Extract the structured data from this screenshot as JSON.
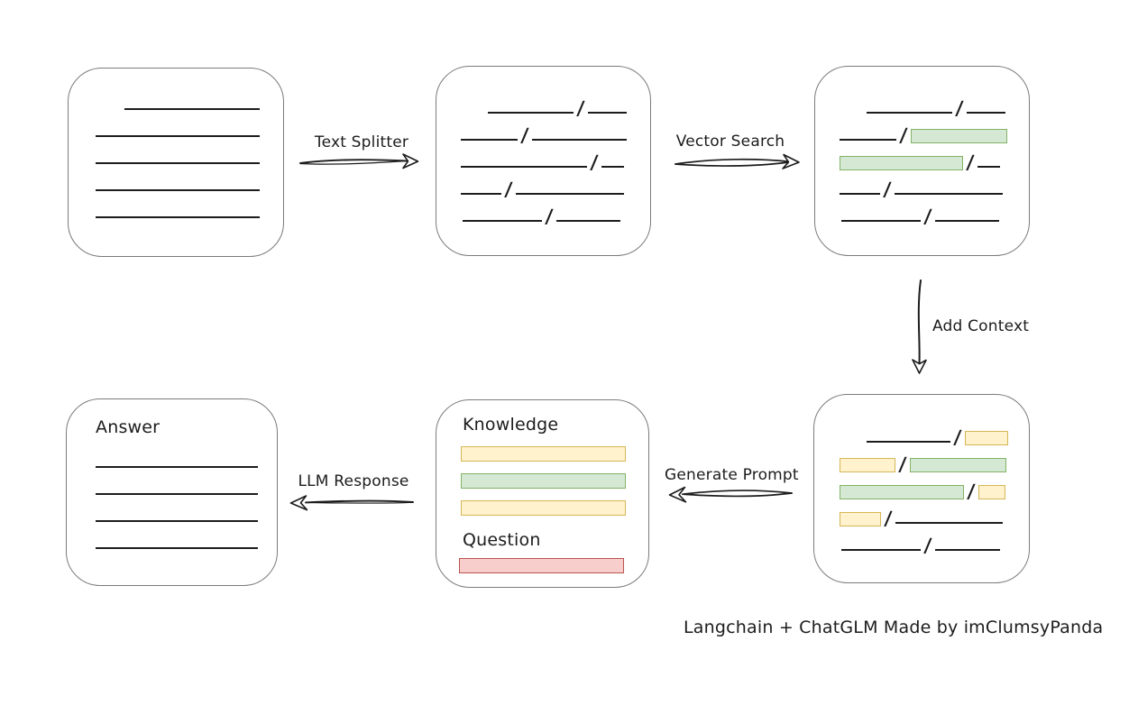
{
  "slash": "/",
  "colors": {
    "ink": "#1c1c1c",
    "box_border": "#7b7b7b",
    "green_fill": "#d5e8d4",
    "green_border": "#82b366",
    "yellow_fill": "#fff2cc",
    "yellow_border": "#d6b656",
    "red_fill": "#f8cecc",
    "red_border": "#b85450"
  },
  "arrows": {
    "text_splitter": {
      "label": "Text Splitter"
    },
    "vector_search": {
      "label": "Vector Search"
    },
    "add_context": {
      "label": "Add Context"
    },
    "generate_prompt": {
      "label": "Generate Prompt"
    },
    "llm_response": {
      "label": "LLM Response"
    }
  },
  "boxes": {
    "document": {
      "lines": [
        {
          "ind": 62,
          "w": 150
        },
        {
          "ind": 30,
          "w": 182
        },
        {
          "ind": 30,
          "w": 182
        },
        {
          "ind": 30,
          "w": 182
        },
        {
          "ind": 30,
          "w": 182
        }
      ]
    },
    "split_chunks": {
      "rows": [
        [
          {
            "t": "line",
            "w": 95,
            "ind": 57
          },
          {
            "t": "line",
            "w": 43
          }
        ],
        [
          {
            "t": "line",
            "w": 63,
            "ind": 27
          },
          {
            "t": "line",
            "w": 105
          }
        ],
        [
          {
            "t": "line",
            "w": 140,
            "ind": 27
          },
          {
            "t": "line",
            "w": 25
          }
        ],
        [
          {
            "t": "line",
            "w": 45,
            "ind": 27
          },
          {
            "t": "line",
            "w": 120
          }
        ],
        [
          {
            "t": "line",
            "w": 88,
            "ind": 29
          },
          {
            "t": "line",
            "w": 71
          }
        ]
      ]
    },
    "retrieved_chunks": {
      "rows": [
        [
          {
            "t": "line",
            "w": 95,
            "ind": 57
          },
          {
            "t": "line",
            "w": 43
          }
        ],
        [
          {
            "t": "line",
            "w": 63,
            "ind": 27
          },
          {
            "t": "green",
            "w": 107
          }
        ],
        [
          {
            "t": "green",
            "w": 137,
            "ind": 27
          },
          {
            "t": "line",
            "w": 25
          }
        ],
        [
          {
            "t": "line",
            "w": 45,
            "ind": 27
          },
          {
            "t": "line",
            "w": 120
          }
        ],
        [
          {
            "t": "line",
            "w": 88,
            "ind": 29
          },
          {
            "t": "line",
            "w": 71
          }
        ]
      ]
    },
    "context_chunks": {
      "rows": [
        [
          {
            "t": "line",
            "w": 93,
            "ind": 58
          },
          {
            "t": "yellow",
            "w": 48
          }
        ],
        [
          {
            "t": "yellow",
            "w": 62,
            "ind": 28
          },
          {
            "t": "green",
            "w": 107
          }
        ],
        [
          {
            "t": "green",
            "w": 138,
            "ind": 28
          },
          {
            "t": "yellow",
            "w": 30
          }
        ],
        [
          {
            "t": "yellow",
            "w": 46,
            "ind": 28
          },
          {
            "t": "line",
            "w": 119
          }
        ],
        [
          {
            "t": "line",
            "w": 88,
            "ind": 30
          },
          {
            "t": "line",
            "w": 72
          }
        ]
      ]
    },
    "prompt": {
      "knowledge_label": "Knowledge",
      "question_label": "Question",
      "knowledge_bars": [
        "yellow",
        "green",
        "yellow"
      ],
      "question_bars": [
        "red"
      ]
    },
    "answer": {
      "label": "Answer",
      "lines": [
        {
          "ind": 32,
          "w": 180
        },
        {
          "ind": 32,
          "w": 180
        },
        {
          "ind": 32,
          "w": 180
        },
        {
          "ind": 32,
          "w": 180
        }
      ]
    }
  },
  "credit": "Langchain + ChatGLM Made by imClumsyPanda"
}
